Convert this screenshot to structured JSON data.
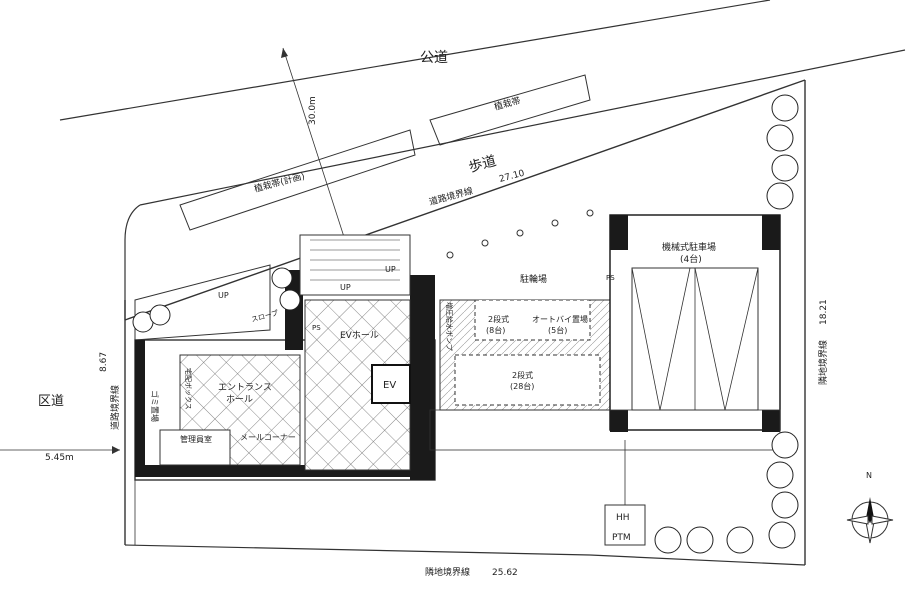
{
  "roads": {
    "public_road": "公道",
    "ward_road": "区道",
    "sidewalk": "歩道"
  },
  "dimensions": {
    "road_width": "30.0m",
    "road_boundary_length": "27.10",
    "ward_road_width": "5.45m",
    "west_boundary_length": "8.67",
    "east_boundary_length": "18.21",
    "south_boundary_length": "25.62"
  },
  "boundary_lines": {
    "road_boundary": "道路境界線",
    "road_boundary_west": "道路境界線",
    "adjacent_boundary_east": "隣地境界線",
    "adjacent_boundary_south": "隣地境界線"
  },
  "planting": {
    "planting_strip_planned": "植栽帯(計画)",
    "planting_strip": "植栽帯"
  },
  "rooms": {
    "entrance_hall_1": "エントランス",
    "entrance_hall_2": "ホール",
    "ev_hall": "EVホール",
    "ev": "EV",
    "mail_corner": "メールコーナー",
    "management_office": "管理員室",
    "garbage_storage": "ゴミ置場",
    "post_box": "宅配ボックス",
    "pump_booster": "増圧給水ポンプ",
    "slope": "スロープ"
  },
  "parking": {
    "bicycle_parking": "駐輪場",
    "two_tier_8": "2段式",
    "two_tier_8_count": "(8台)",
    "motorcycle": "オートバイ置場",
    "motorcycle_count": "(5台)",
    "two_tier_28": "2段式",
    "two_tier_28_count": "(28台)",
    "mechanical_parking": "機械式駐車場",
    "mechanical_parking_count": "(4台)"
  },
  "equipment": {
    "hh": "HH",
    "ptm": "PTM",
    "up_1": "UP",
    "up_2": "UP",
    "up_3": "UP",
    "ps_1": "PS",
    "ps_2": "PS"
  },
  "compass": {
    "north": "N"
  }
}
